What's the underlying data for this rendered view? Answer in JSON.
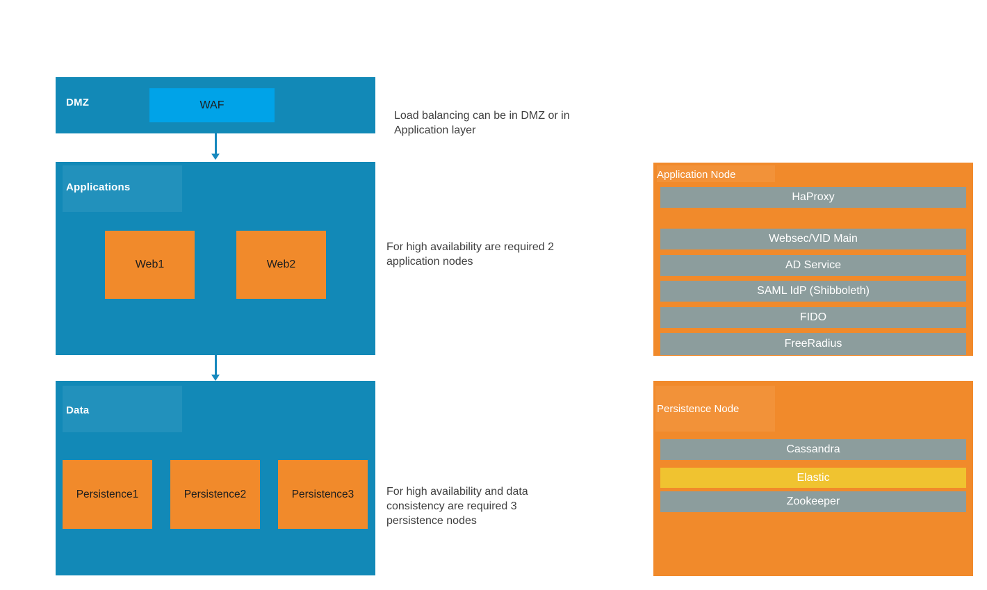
{
  "colors": {
    "layer_fill": "#1289B7",
    "node_fill": "#F18A2B",
    "waf_fill": "#00A3E8",
    "service_bar_fill": "#8C9D9D",
    "elastic_bar_fill": "#F0C330",
    "arrow": "#1789BE",
    "annotation_text": "#3F3F3F",
    "layer_label_text": "#FFFFFF",
    "node_label_text": "#1D1D1D"
  },
  "layers": {
    "dmz": {
      "label": "DMZ",
      "waf_label": "WAF"
    },
    "applications": {
      "label": "Applications",
      "nodes": [
        "Web1",
        "Web2"
      ]
    },
    "data": {
      "label": "Data",
      "nodes": [
        "Persistence1",
        "Persistence2",
        "Persistence3"
      ]
    }
  },
  "annotations": [
    {
      "lines": [
        "Load balancing can be in DMZ or in",
        "Application layer"
      ]
    },
    {
      "lines": [
        "For high availability are required 2",
        "application nodes"
      ]
    },
    {
      "lines": [
        "For high availability and data",
        "consistency are required 3",
        "persistence nodes"
      ]
    }
  ],
  "panels": {
    "application_node": {
      "title": "Application Node",
      "services": [
        "HaProxy",
        "Websec/VID Main",
        "AD Service",
        "SAML IdP (Shibboleth)",
        "FIDO",
        "FreeRadius"
      ]
    },
    "persistence_node": {
      "title": "Persistence Node",
      "services": [
        "Cassandra",
        "Elastic",
        "Zookeeper"
      ]
    }
  }
}
